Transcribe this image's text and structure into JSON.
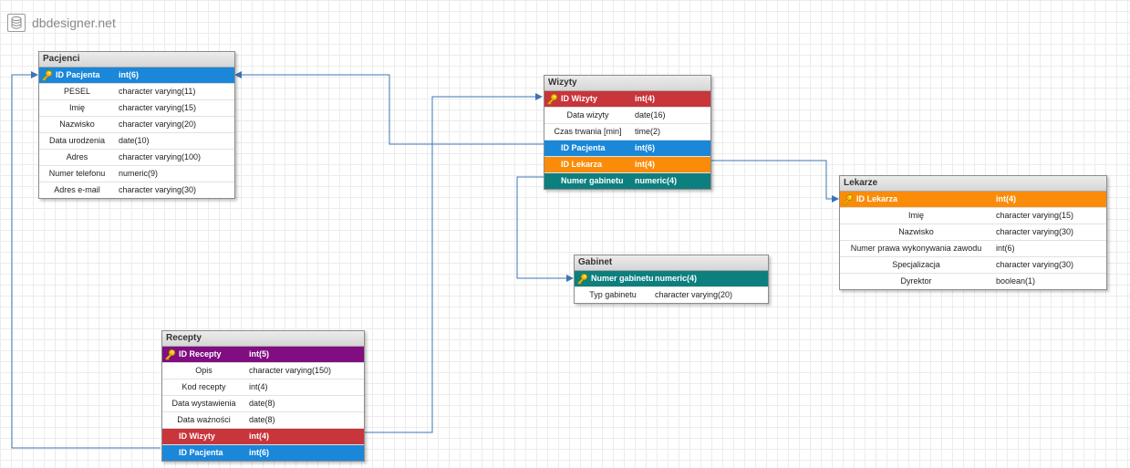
{
  "brand": {
    "name": "dbdesigner.net"
  },
  "colors": {
    "blue": "#1a87d9",
    "red": "#c8353a",
    "orange": "#fb8c0a",
    "teal": "#0e7f7f",
    "purple": "#800e80",
    "line": "#3c74b4"
  },
  "tables": {
    "pacjenci": {
      "name": "Pacjenci",
      "fields": [
        {
          "name": "ID Pacjenta",
          "type": "int(6)",
          "kind": "pk",
          "color": "#1a87d9"
        },
        {
          "name": "PESEL",
          "type": "character varying(11)"
        },
        {
          "name": "Imię",
          "type": "character varying(15)"
        },
        {
          "name": "Nazwisko",
          "type": "character varying(20)"
        },
        {
          "name": "Data urodzenia",
          "type": "date(10)"
        },
        {
          "name": "Adres",
          "type": "character varying(100)"
        },
        {
          "name": "Numer telefonu",
          "type": "numeric(9)"
        },
        {
          "name": "Adres e-mail",
          "type": "character varying(30)"
        }
      ]
    },
    "wizyty": {
      "name": "Wizyty",
      "fields": [
        {
          "name": "ID Wizyty",
          "type": "int(4)",
          "kind": "pk",
          "color": "#c8353a"
        },
        {
          "name": "Data wizyty",
          "type": "date(16)"
        },
        {
          "name": "Czas trwania [min]",
          "type": "time(2)"
        },
        {
          "name": "ID Pacjenta",
          "type": "int(6)",
          "kind": "fk",
          "color": "#1a87d9"
        },
        {
          "name": "ID Lekarza",
          "type": "int(4)",
          "kind": "fk",
          "color": "#fb8c0a"
        },
        {
          "name": "Numer gabinetu",
          "type": "numeric(4)",
          "kind": "fk",
          "color": "#0e7f7f"
        }
      ]
    },
    "lekarze": {
      "name": "Lekarze",
      "fields": [
        {
          "name": "ID Lekarza",
          "type": "int(4)",
          "kind": "pk",
          "color": "#fb8c0a"
        },
        {
          "name": "Imię",
          "type": "character varying(15)"
        },
        {
          "name": "Nazwisko",
          "type": "character varying(30)"
        },
        {
          "name": "Numer prawa wykonywania zawodu",
          "type": "int(6)"
        },
        {
          "name": "Specjalizacja",
          "type": "character varying(30)"
        },
        {
          "name": "Dyrektor",
          "type": "boolean(1)"
        }
      ]
    },
    "gabinet": {
      "name": "Gabinet",
      "fields": [
        {
          "name": "Numer gabinetu",
          "type": "numeric(4)",
          "kind": "pk",
          "color": "#0e7f7f"
        },
        {
          "name": "Typ gabinetu",
          "type": "character varying(20)"
        }
      ]
    },
    "recepty": {
      "name": "Recepty",
      "fields": [
        {
          "name": "ID Recepty",
          "type": "int(5)",
          "kind": "pk",
          "color": "#800e80"
        },
        {
          "name": "Opis",
          "type": "character varying(150)"
        },
        {
          "name": "Kod recepty",
          "type": "int(4)"
        },
        {
          "name": "Data wystawienia",
          "type": "date(8)"
        },
        {
          "name": "Data ważności",
          "type": "date(8)"
        },
        {
          "name": "ID Wizyty",
          "type": "int(4)",
          "kind": "fk",
          "color": "#c8353a"
        },
        {
          "name": "ID Pacjenta",
          "type": "int(6)",
          "kind": "fk",
          "color": "#1a87d9"
        }
      ]
    }
  }
}
